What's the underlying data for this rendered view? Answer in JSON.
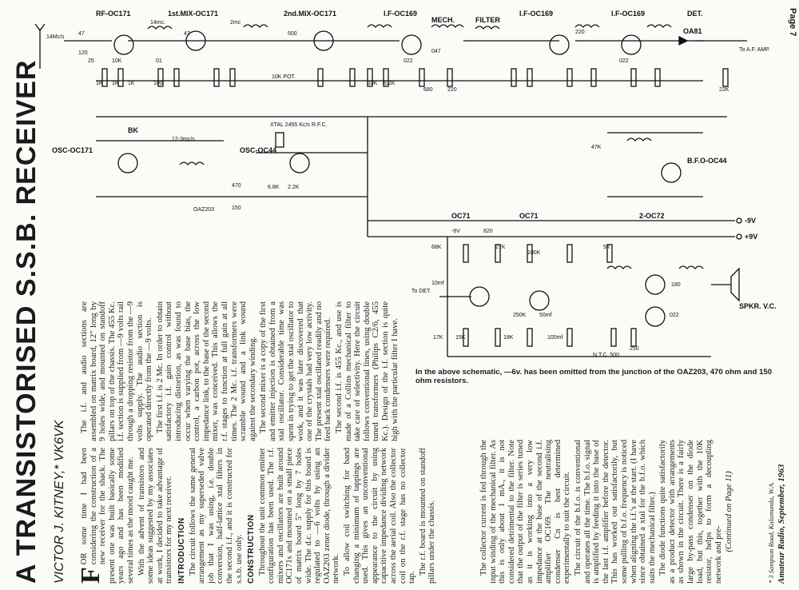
{
  "page_number": "Page 7",
  "schematic": {
    "stage_labels": [
      "RF-OC171",
      "1st.MIX-OC171",
      "2nd.MIX-OC171",
      "I.F-OC169",
      "MECH.",
      "FILTER",
      "I.F-OC169",
      "I.F-OC169",
      "DET."
    ],
    "osc_labels": [
      "OSC-OC171",
      "OSC-OC44",
      "B.F.O-OC44"
    ],
    "audio_labels": [
      "OC71",
      "OC71",
      "2-OC72"
    ],
    "component_labels": {
      "antenna_freq": "14Mc/s",
      "c1": "47",
      "c2": "120",
      "c3": "25",
      "r1": "10K",
      "r2": "1K",
      "r3": "1K",
      "r4": "1K",
      "coil1": "14mc.",
      "c4": "01",
      "c5": "100",
      "c6": "47",
      "coil2": "2mc",
      "c7": "500",
      "pot": "10K POT.",
      "c8": "022",
      "c9": "047",
      "c10": "680",
      "c11": "220",
      "r_33k": "33K",
      "r_82k": "8.2K",
      "c12": "220",
      "c13": "022",
      "r_22k": "22K",
      "diode": "OA81",
      "to_af": "To A.F. AMP.",
      "osc1_freq": "12-3mc/s",
      "xtal": "XTAL 2455 Kc/s",
      "rfc": "R.F.C.",
      "res_470": "470",
      "res_150": "150",
      "zener": "OAZ203",
      "bk": "BK",
      "r_68k": "6.8K",
      "r_2_2k": "2.2K",
      "r_47k": "47K",
      "neg9": "-9V",
      "pos9": "+9V",
      "neg6": "-6V",
      "r_820": "820",
      "r_100k": "100K",
      "r_5k": "5K",
      "r_68k_a": "68K",
      "r_27k": "27K",
      "to_det": "To DET.",
      "c_10mf": "10mf",
      "r_17k": "17K",
      "r_15k": "15K",
      "r_250k": "250K",
      "c_50mf": "50mf",
      "r_18k": "18K",
      "c_100mf": "100mf",
      "ntc": "N.T.C. 500",
      "r_250": "250",
      "spkr": "SPKR. V.C.",
      "r_180": "180",
      "c_022": "022"
    }
  },
  "caption": "In the above schematic, —6v. has been omitted from the junction of the OAZ203, 470 ohm and 150 ohm resistors.",
  "article": {
    "title": "A TRANSISTORISED S.S.B. RECEIVER",
    "byline": "VICTOR J. KITNEY,* VK6VK",
    "col1_dropcap": "F",
    "col1_intro": "OR some time I had been considering the construction of a new receiver for the shack. The present one was built basically some years ago and has been modified several times as the mood caught me.",
    "col1_p2": "With the advent of transistors and some ideas suggested by my associates at work, I decided to take advantage of transistors for my next receiver.",
    "col1_h1": "INTRODUCTION",
    "col1_p3": "The circuit follows the same general arrangement as my superseded valve job that I was using, i.e. double conversion, half-lattice xtal filters in the second i.f., and it is constructed for s.s.b. use only.",
    "col1_h2": "CONSTRUCTION",
    "col1_p4": "Throughout the unit common emitter configuration has been used. The r.f. mixers and oscillators are built around OC171s and mounted on a small piece of matrix board 5\" long by 7 holes wide. The d.c. supply for this board is regulated to —6 volts by using an OAZ203 zener diode, through a divider network.",
    "col1_p5": "To allow coil switching for band changing a minimum of tappings are used. This gives an unconventional appearance to the circuit by using capacitive impedance dividing network across the aerial coil. Also the collector coil on the r.f. stage has no collector tap.",
    "col1_p6": "The r.f. board is mounted on standoff pillars under the chassis.",
    "col2_p1": "The i.f. and audio sections are assembled on matrix board, 12\" long by 9 holes wide, and mounted on standoff pillars on top of the chassis. The 455 Kc. i.f. section is supplied from —9 volts rail through a dropping resistor from the —9 volts supply. The audio section is operated directly from the —9 volts.",
    "col2_p2": "The first i.f. is 2 Mc. In order to obtain satisfactory i.f. gain control without introducing distortion, as was found to occur when varying the base bias, the control, a carbon pot, across the low impedance link, to the base of the second mixer, was conceived. This allows the r.f. stages to function at full gain at all times. The 2 Mc. i.f. transformers were scramble wound and a link wound against the secondary winding.",
    "col2_p3": "The second mixer is a copy of the first and emitter injection is obtained from a xtal oscillator. Considerable time was spent in trying to get the xtal oscillator to work, and it was later discovered that one of the crystals had very low activity. The present xtal oscillated readily and no feed back condensers were required.",
    "col2_p4": "The second i.f. is 455 Kc., and use is made of a Collins mechanical filter to take care of selectivity. Here the circuit follows conventional lines, using double tuned transformers (Philips C2/6, 455 Kc.). Design of the i.f. section is quite high with the particular filter I have.",
    "col3_p1": "The collector current is fed through the input winding of the mechanical filter. As this is only about 1 mA., it is not considered detrimental to the filter. Note that the output of the filter is series tuned as it is working into a very low impedance at the base of the second i.f. amplifier OC169. The neutralising condenser Cn is best determined experimentally to suit the circuit.",
    "col3_p2": "The circuit of the b.f.o. is conventional and operates all the time. The b.f.o. signal is amplified by feeding it into the base of the last i.f. amplifier before the detector. This has worked out satisfactorily, but some pulling of b.f.o. frequency is noticed when aligning the i.f.'s at the start. (I have since obtained a xtal for the b.f.o. which suits the mechanical filter.)",
    "col3_p3": "The diode functions quite satisfactorily as a product detector with arrangements as shown in the circuit. There is a fairly large by-pass condenser on the diode load, but this, together with the 10K resistor, helps to form a decoupling network and pre-",
    "col3_cont": "(Continued on Page 11)",
    "footnote": "* 3 Sampson Road, Kalamunda, W.A.",
    "footer": "Amateur Radio, September, 1963"
  }
}
